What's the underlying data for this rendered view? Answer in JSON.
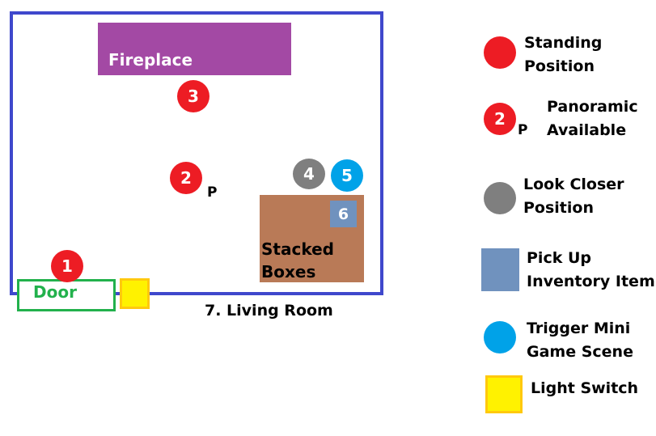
{
  "map": {
    "room_name": "7. Living Room",
    "fireplace_label": "Fireplace",
    "boxes_label_line1": "Stacked",
    "boxes_label_line2": "Boxes",
    "door_label": "Door",
    "markers": [
      {
        "id": "1",
        "type": "standing"
      },
      {
        "id": "2",
        "type": "panoramic",
        "suffix": "P"
      },
      {
        "id": "3",
        "type": "standing"
      },
      {
        "id": "4",
        "type": "look-closer"
      },
      {
        "id": "5",
        "type": "mini-game"
      },
      {
        "id": "6",
        "type": "inventory-item"
      }
    ]
  },
  "legend": {
    "standing": {
      "line1": "Standing",
      "line2": "Position"
    },
    "panoramic": {
      "number": "2",
      "suffix": "P",
      "line1": "Panoramic",
      "line2": "Available"
    },
    "look_closer": {
      "line1": "Look Closer",
      "line2": "Position"
    },
    "pick_up": {
      "line1": "Pick Up",
      "line2": "Inventory Item"
    },
    "mini_game": {
      "line1": "Trigger Mini",
      "line2": "Game Scene"
    },
    "light_switch": {
      "line1": "Light Switch"
    }
  },
  "colors": {
    "room_border": "#3f48cc",
    "fireplace": "#a349a4",
    "boxes": "#b97a57",
    "door": "#22b14c",
    "standing": "#ed1c24",
    "look_closer": "#7f7f7f",
    "mini_game": "#00a2e8",
    "inventory": "#7092be",
    "light_switch": "#fff200",
    "light_switch_border": "#ffc90e"
  }
}
